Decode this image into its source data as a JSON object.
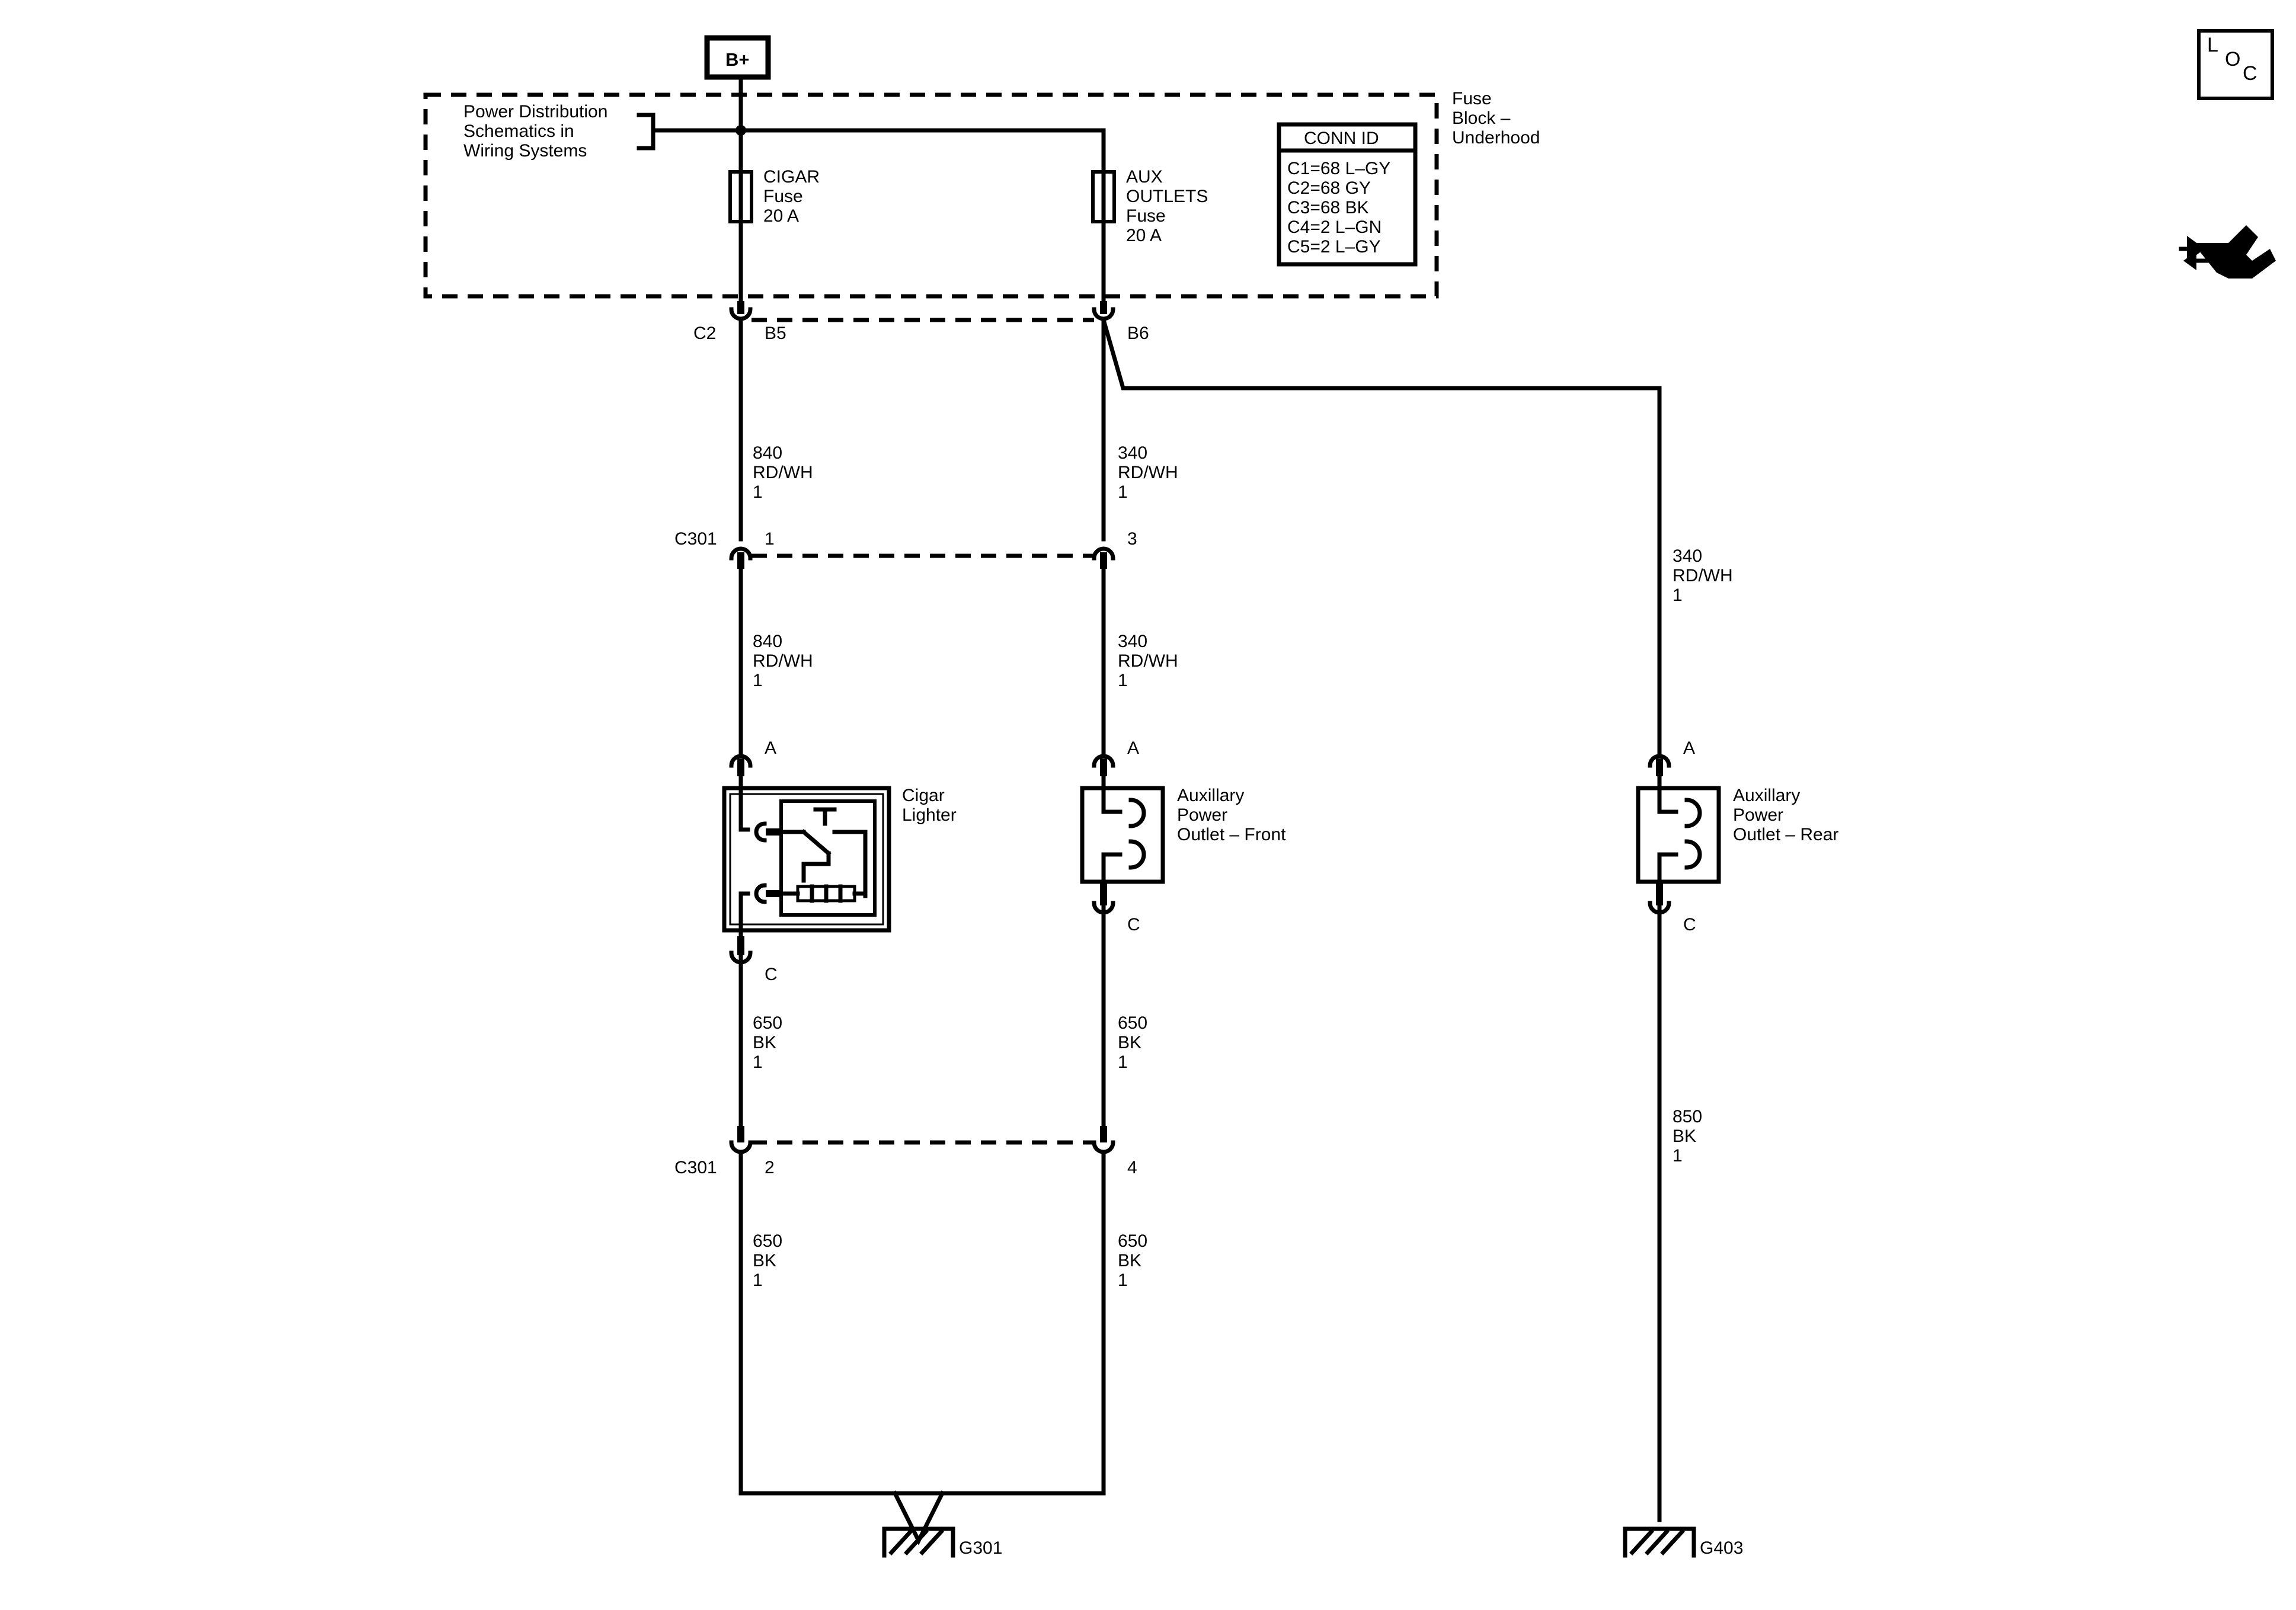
{
  "supply": {
    "label": "B+"
  },
  "fuse_block": {
    "name": "Fuse\nBlock –\nUnderhood",
    "ref_note": "Power Distribution\nSchematics in\nWiring Systems",
    "conn_id": {
      "title": "CONN ID",
      "rows": [
        "C1=68 L–GY",
        "C2=68 GY",
        "C3=68 BK",
        "C4=2 L–GN",
        "C5=2 L–GY"
      ]
    },
    "fuses": [
      {
        "label": "CIGAR\nFuse\n20 A"
      },
      {
        "label": "AUX\nOUTLETS\nFuse\n20 A"
      }
    ],
    "connector": "C2",
    "pins": [
      "B5",
      "B6"
    ]
  },
  "connector_c301_top": {
    "name": "C301",
    "pins": [
      "1",
      "3"
    ]
  },
  "connector_c301_bottom": {
    "name": "C301",
    "pins": [
      "2",
      "4"
    ]
  },
  "wires": {
    "w840_top": "840\nRD/WH\n1",
    "w340_top": "340\nRD/WH\n1",
    "w340_rear": "340\nRD/WH\n1",
    "w840_mid": "840\nRD/WH\n1",
    "w340_mid": "340\nRD/WH\n1",
    "w650_left_a": "650\nBK\n1",
    "w650_mid_a": "650\nBK\n1",
    "w650_left_b": "650\nBK\n1",
    "w650_mid_b": "650\nBK\n1",
    "w850_rear": "850\nBK\n1"
  },
  "components": {
    "cigar_lighter": {
      "name": "Cigar\nLighter",
      "pin_top": "A",
      "pin_bottom": "C"
    },
    "aux_front": {
      "name": "Auxillary\nPower\nOutlet – Front",
      "pin_top": "A",
      "pin_bottom": "C"
    },
    "aux_rear": {
      "name": "Auxillary\nPower\nOutlet – Rear",
      "pin_top": "A",
      "pin_bottom": "C"
    }
  },
  "grounds": {
    "left": "G301",
    "right": "G403"
  },
  "loc_icon": {
    "letters": [
      "L",
      "O",
      "C"
    ]
  },
  "icons": [
    "loc-icon",
    "service-info-icon"
  ]
}
